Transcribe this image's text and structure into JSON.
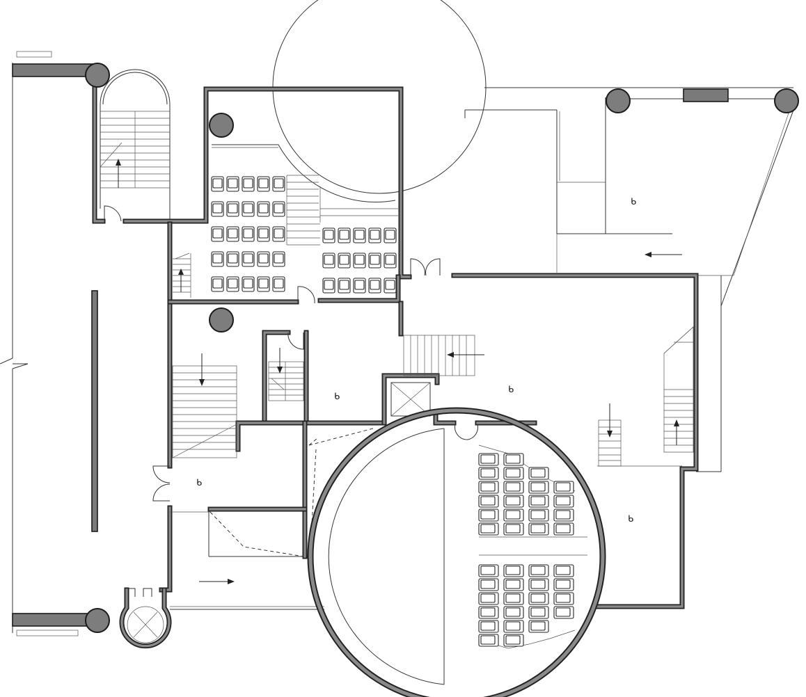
{
  "floor_plan": {
    "level_markers": [
      "ᑲ",
      "ᑲ",
      "ᑲ",
      "ᑲ",
      "ᑲ"
    ],
    "auditorium_upper": {
      "rows": 5,
      "left_cols": 5,
      "right_cols": 5,
      "right_rows": 3
    },
    "auditorium_round": {
      "cols": 4,
      "upper_rows": 6,
      "lower_rows": 6
    },
    "colors": {
      "wall": "#7a7a7a",
      "column": "#7d7d7d",
      "line": "#333333"
    }
  }
}
